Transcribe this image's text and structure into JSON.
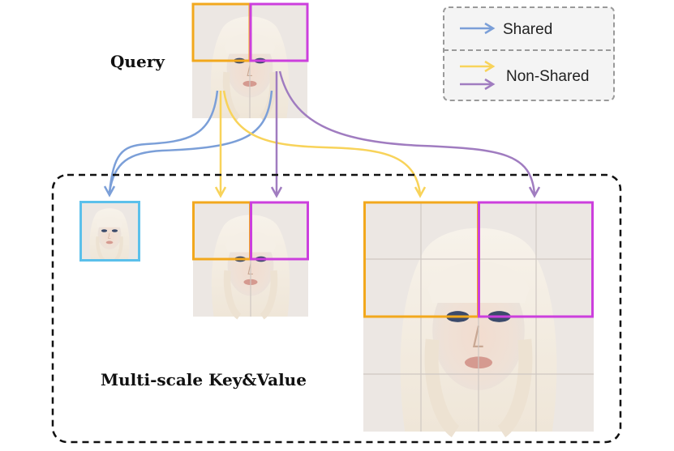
{
  "labels": {
    "query": "Query",
    "multiscale": "Multi-scale Key&Value"
  },
  "legend": {
    "shared": "Shared",
    "non_shared": "Non-Shared"
  },
  "colors": {
    "shared_arrow": "#7B9FD8",
    "nonshared_yellow": "#F8D35A",
    "nonshared_purple": "#A07CC0",
    "patch_orange": "#F2A81D",
    "patch_magenta": "#CC3FDD",
    "small_kv_border": "#5BC0EB",
    "legend_box_border": "#9a9a9a",
    "legend_box_fill": "#f4f4f4",
    "dashed_container": "#111111"
  },
  "icons": {
    "face_image": "portrait-image"
  }
}
